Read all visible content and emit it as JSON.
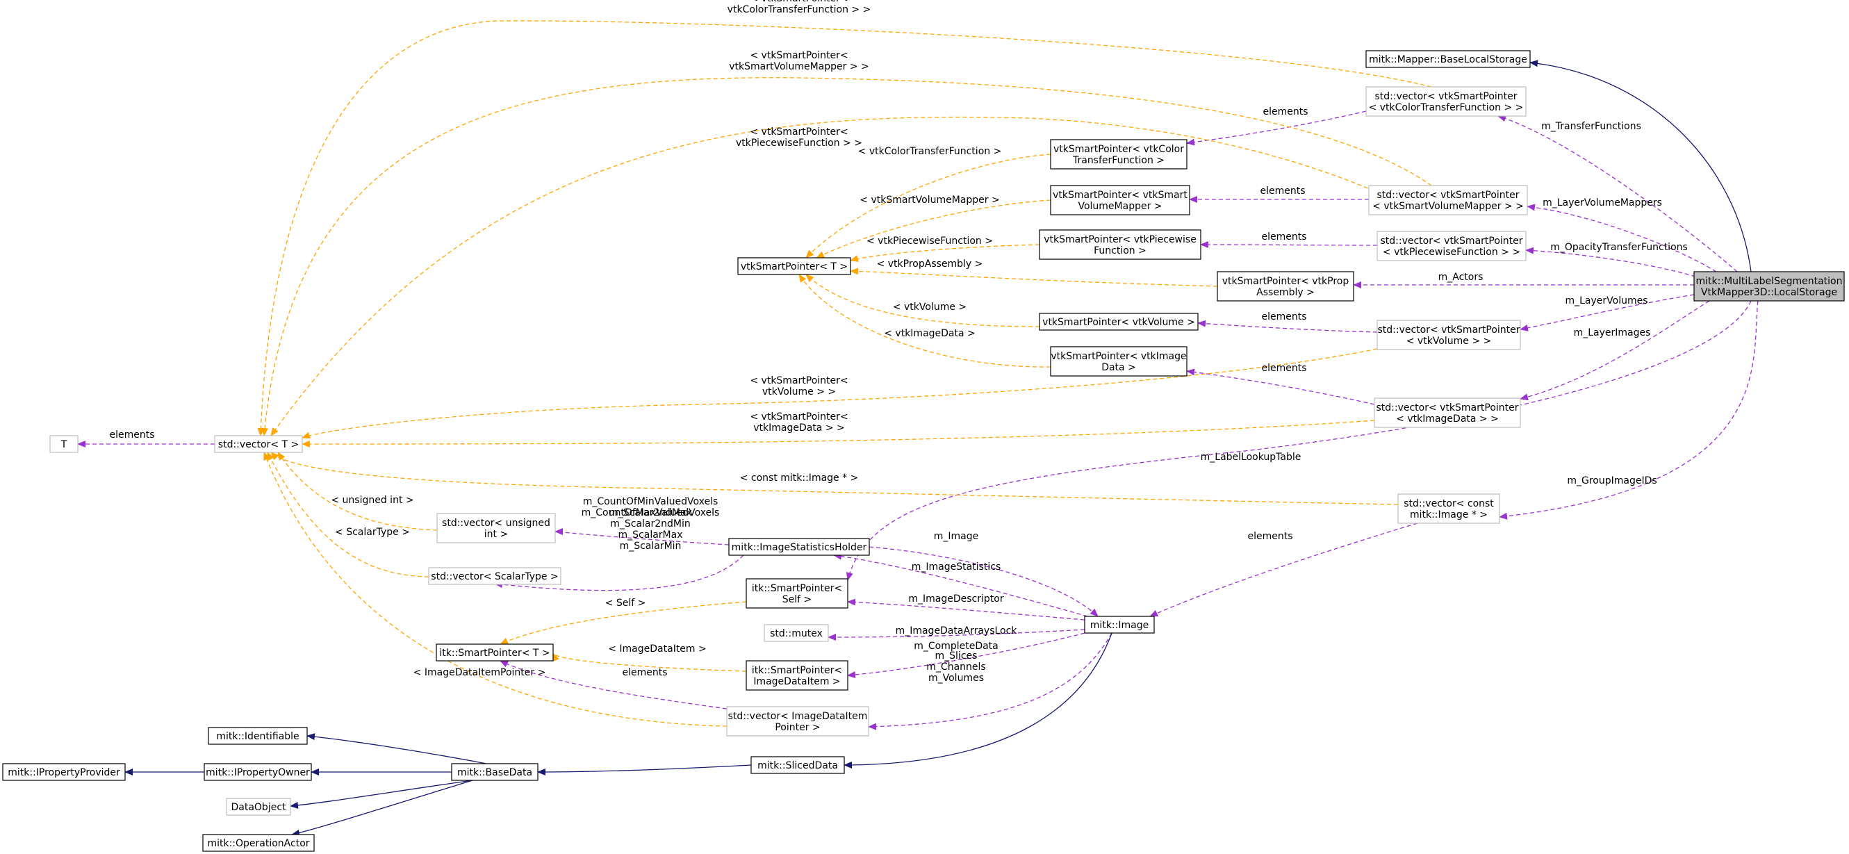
{
  "diagram": {
    "title": "",
    "nodes": [
      {
        "id": "mapper_base",
        "lines": [
          "mitk::Mapper::BaseLocalStorage"
        ],
        "style": "solid"
      },
      {
        "id": "local_storage",
        "lines": [
          "mitk::MultiLabelSegmentation",
          "VtkMapper3D::LocalStorage"
        ],
        "style": "main"
      },
      {
        "id": "vec_ctf",
        "lines": [
          "std::vector< vtkSmartPointer",
          "< vtkColorTransferFunction > >"
        ],
        "style": "gray"
      },
      {
        "id": "vec_svm",
        "lines": [
          "std::vector< vtkSmartPointer",
          "< vtkSmartVolumeMapper > >"
        ],
        "style": "gray"
      },
      {
        "id": "vec_pwf",
        "lines": [
          "std::vector< vtkSmartPointer",
          "< vtkPiecewiseFunction > >"
        ],
        "style": "gray"
      },
      {
        "id": "vec_vol",
        "lines": [
          "std::vector< vtkSmartPointer",
          "< vtkVolume > >"
        ],
        "style": "gray"
      },
      {
        "id": "vec_img",
        "lines": [
          "std::vector< vtkSmartPointer",
          "< vtkImageData > >"
        ],
        "style": "gray"
      },
      {
        "id": "vec_mitkimg",
        "lines": [
          "std::vector< const",
          "mitk::Image * >"
        ],
        "style": "gray"
      },
      {
        "id": "sp_ctf",
        "lines": [
          "vtkSmartPointer< vtkColor",
          "TransferFunction >"
        ],
        "style": "solid"
      },
      {
        "id": "sp_svm",
        "lines": [
          "vtkSmartPointer< vtkSmart",
          "VolumeMapper >"
        ],
        "style": "solid"
      },
      {
        "id": "sp_pwf",
        "lines": [
          "vtkSmartPointer< vtkPiecewise",
          "Function >"
        ],
        "style": "solid"
      },
      {
        "id": "sp_prop",
        "lines": [
          "vtkSmartPointer< vtkProp",
          "Assembly >"
        ],
        "style": "solid"
      },
      {
        "id": "sp_vol",
        "lines": [
          "vtkSmartPointer< vtkVolume >"
        ],
        "style": "solid"
      },
      {
        "id": "sp_img",
        "lines": [
          "vtkSmartPointer< vtkImage",
          "Data >"
        ],
        "style": "solid"
      },
      {
        "id": "sp_t",
        "lines": [
          "vtkSmartPointer< T >"
        ],
        "style": "solid"
      },
      {
        "id": "vec_t",
        "lines": [
          "std::vector< T >"
        ],
        "style": "gray"
      },
      {
        "id": "t",
        "lines": [
          "T"
        ],
        "style": "gray"
      },
      {
        "id": "vec_uint",
        "lines": [
          "std::vector< unsigned",
          "int >"
        ],
        "style": "gray"
      },
      {
        "id": "vec_scalar",
        "lines": [
          "std::vector< ScalarType >"
        ],
        "style": "gray"
      },
      {
        "id": "stats",
        "lines": [
          "mitk::ImageStatisticsHolder"
        ],
        "style": "solid"
      },
      {
        "id": "itk_self",
        "lines": [
          "itk::SmartPointer<",
          "Self >"
        ],
        "style": "solid"
      },
      {
        "id": "mutex",
        "lines": [
          "std::mutex"
        ],
        "style": "gray"
      },
      {
        "id": "itk_t",
        "lines": [
          "itk::SmartPointer< T >"
        ],
        "style": "solid"
      },
      {
        "id": "itk_idi",
        "lines": [
          "itk::SmartPointer<",
          "ImageDataItem >"
        ],
        "style": "solid"
      },
      {
        "id": "vec_idip",
        "lines": [
          "std::vector< ImageDataItem",
          "Pointer >"
        ],
        "style": "gray"
      },
      {
        "id": "mitk_image",
        "lines": [
          "mitk::Image"
        ],
        "style": "solid"
      },
      {
        "id": "identifiable",
        "lines": [
          "mitk::Identifiable"
        ],
        "style": "solid"
      },
      {
        "id": "prop_provider",
        "lines": [
          "mitk::IPropertyProvider"
        ],
        "style": "solid"
      },
      {
        "id": "prop_owner",
        "lines": [
          "mitk::IPropertyOwner"
        ],
        "style": "solid"
      },
      {
        "id": "base_data",
        "lines": [
          "mitk::BaseData"
        ],
        "style": "solid"
      },
      {
        "id": "sliced",
        "lines": [
          "mitk::SlicedData"
        ],
        "style": "solid"
      },
      {
        "id": "data_object",
        "lines": [
          "DataObject"
        ],
        "style": "gray"
      },
      {
        "id": "op_actor",
        "lines": [
          "mitk::OperationActor"
        ],
        "style": "solid"
      }
    ],
    "edges": [
      {
        "from": "local_storage",
        "to": "mapper_base",
        "kind": "inherit",
        "label": []
      },
      {
        "from": "local_storage",
        "to": "vec_ctf",
        "kind": "member",
        "label": [
          "m_TransferFunctions"
        ]
      },
      {
        "from": "local_storage",
        "to": "vec_svm",
        "kind": "member",
        "label": [
          "m_LayerVolumeMappers"
        ]
      },
      {
        "from": "local_storage",
        "to": "vec_pwf",
        "kind": "member",
        "label": [
          "m_OpacityTransferFunctions"
        ]
      },
      {
        "from": "local_storage",
        "to": "sp_prop",
        "kind": "member",
        "label": [
          "m_Actors"
        ]
      },
      {
        "from": "local_storage",
        "to": "vec_vol",
        "kind": "member",
        "label": [
          "m_LayerVolumes"
        ]
      },
      {
        "from": "local_storage",
        "to": "vec_img",
        "kind": "member",
        "label": [
          "m_LayerImages"
        ]
      },
      {
        "from": "local_storage",
        "to": "itk_self",
        "kind": "member",
        "label": [
          "m_LabelLookupTable"
        ]
      },
      {
        "from": "local_storage",
        "to": "vec_mitkimg",
        "kind": "member",
        "label": [
          "m_GroupImageIDs"
        ]
      },
      {
        "from": "vec_ctf",
        "to": "sp_ctf",
        "kind": "member",
        "label": [
          "elements"
        ]
      },
      {
        "from": "vec_svm",
        "to": "sp_svm",
        "kind": "member",
        "label": [
          "elements"
        ]
      },
      {
        "from": "vec_pwf",
        "to": "sp_pwf",
        "kind": "member",
        "label": [
          "elements"
        ]
      },
      {
        "from": "vec_vol",
        "to": "sp_vol",
        "kind": "member",
        "label": [
          "elements"
        ]
      },
      {
        "from": "vec_img",
        "to": "sp_img",
        "kind": "member",
        "label": [
          "elements"
        ]
      },
      {
        "from": "vec_mitkimg",
        "to": "mitk_image",
        "kind": "member",
        "label": [
          "elements"
        ]
      },
      {
        "from": "vec_t",
        "to": "t",
        "kind": "member",
        "label": [
          "elements"
        ]
      },
      {
        "from": "vec_ctf",
        "to": "vec_t",
        "kind": "template",
        "label": [
          "< vtkSmartPointer<",
          "vtkColorTransferFunction > >"
        ]
      },
      {
        "from": "vec_svm",
        "to": "vec_t",
        "kind": "template",
        "label": [
          "< vtkSmartPointer<",
          "vtkSmartVolumeMapper > >"
        ]
      },
      {
        "from": "vec_pwf",
        "to": "vec_t",
        "kind": "template",
        "label": [
          "< vtkSmartPointer<",
          "vtkPiecewiseFunction > >"
        ]
      },
      {
        "from": "vec_vol",
        "to": "vec_t",
        "kind": "template",
        "label": [
          "< vtkSmartPointer<",
          "vtkVolume > >"
        ]
      },
      {
        "from": "vec_img",
        "to": "vec_t",
        "kind": "template",
        "label": [
          "< vtkSmartPointer<",
          "vtkImageData > >"
        ]
      },
      {
        "from": "vec_mitkimg",
        "to": "vec_t",
        "kind": "template",
        "label": [
          "< const mitk::Image * >"
        ]
      },
      {
        "from": "vec_uint",
        "to": "vec_t",
        "kind": "template",
        "label": [
          "< unsigned int >"
        ]
      },
      {
        "from": "vec_scalar",
        "to": "vec_t",
        "kind": "template",
        "label": [
          "< ScalarType >"
        ]
      },
      {
        "from": "vec_idip",
        "to": "vec_t",
        "kind": "template",
        "label": [
          "< ImageDataItemPointer >"
        ]
      },
      {
        "from": "sp_ctf",
        "to": "sp_t",
        "kind": "template",
        "label": [
          "< vtkColorTransferFunction >"
        ]
      },
      {
        "from": "sp_svm",
        "to": "sp_t",
        "kind": "template",
        "label": [
          "< vtkSmartVolumeMapper >"
        ]
      },
      {
        "from": "sp_pwf",
        "to": "sp_t",
        "kind": "template",
        "label": [
          "< vtkPiecewiseFunction >"
        ]
      },
      {
        "from": "sp_prop",
        "to": "sp_t",
        "kind": "template",
        "label": [
          "< vtkPropAssembly >"
        ]
      },
      {
        "from": "sp_vol",
        "to": "sp_t",
        "kind": "template",
        "label": [
          "< vtkVolume >"
        ]
      },
      {
        "from": "sp_img",
        "to": "sp_t",
        "kind": "template",
        "label": [
          "< vtkImageData >"
        ]
      },
      {
        "from": "stats",
        "to": "vec_uint",
        "kind": "member",
        "label": [
          "m_CountOfMinValuedVoxels",
          "m_CountOfMaxValuedVoxels"
        ]
      },
      {
        "from": "stats",
        "to": "vec_scalar",
        "kind": "member",
        "label": [
          "m_Scalar2ndMax",
          "m_Scalar2ndMin",
          "m_ScalarMax",
          "m_ScalarMin"
        ]
      },
      {
        "from": "stats",
        "to": "mitk_image",
        "kind": "member",
        "label": [
          "m_Image"
        ]
      },
      {
        "from": "mitk_image",
        "to": "stats",
        "kind": "member",
        "label": [
          "m_ImageStatistics"
        ]
      },
      {
        "from": "mitk_image",
        "to": "itk_self",
        "kind": "member",
        "label": [
          "m_ImageDescriptor"
        ]
      },
      {
        "from": "mitk_image",
        "to": "mutex",
        "kind": "member",
        "label": [
          "m_ImageDataArraysLock"
        ]
      },
      {
        "from": "mitk_image",
        "to": "itk_idi",
        "kind": "member",
        "label": [
          "m_CompleteData"
        ]
      },
      {
        "from": "mitk_image",
        "to": "vec_idip",
        "kind": "member",
        "label": [
          "m_Slices",
          "m_Channels",
          "m_Volumes"
        ]
      },
      {
        "from": "vec_idip",
        "to": "itk_t",
        "kind": "member",
        "label": [
          "elements"
        ]
      },
      {
        "from": "itk_self",
        "to": "itk_t",
        "kind": "template",
        "label": [
          "< Self >"
        ]
      },
      {
        "from": "itk_idi",
        "to": "itk_t",
        "kind": "template",
        "label": [
          "< ImageDataItem >"
        ]
      },
      {
        "from": "mitk_image",
        "to": "sliced",
        "kind": "inherit",
        "label": []
      },
      {
        "from": "sliced",
        "to": "base_data",
        "kind": "inherit",
        "label": []
      },
      {
        "from": "base_data",
        "to": "identifiable",
        "kind": "inherit",
        "label": []
      },
      {
        "from": "base_data",
        "to": "prop_owner",
        "kind": "inherit",
        "label": []
      },
      {
        "from": "prop_owner",
        "to": "prop_provider",
        "kind": "inherit",
        "label": []
      },
      {
        "from": "base_data",
        "to": "data_object",
        "kind": "inherit",
        "label": []
      },
      {
        "from": "base_data",
        "to": "op_actor",
        "kind": "inherit",
        "label": []
      }
    ]
  },
  "colors": {
    "inherit": "#191970",
    "member": "#9a32cd",
    "template": "#ffa500",
    "solid_border": "#000000",
    "gray_border": "#bfbfbf",
    "main_fill": "#bfbfbf"
  }
}
